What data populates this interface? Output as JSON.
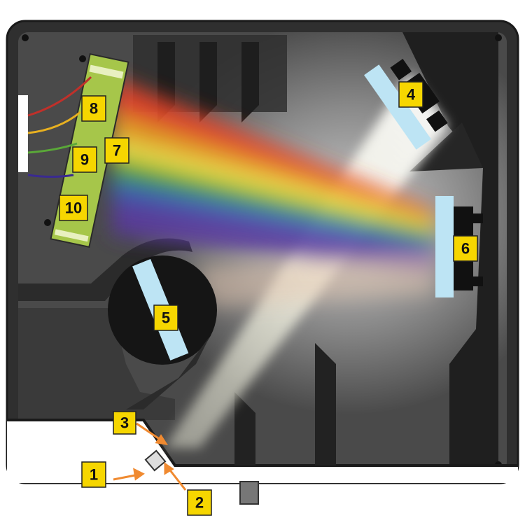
{
  "colors": {
    "housing": "#3c3c3c",
    "housing_edge": "#1e1e1e",
    "interior": "#4a4a4a",
    "label_fill": "#f6d600",
    "mirror": "#bde4f4",
    "detector": "#a6c64a"
  },
  "labels": {
    "l1": "1",
    "l2": "2",
    "l3": "3",
    "l4": "4",
    "l5": "5",
    "l6": "6",
    "l7": "7",
    "l8": "8",
    "l9": "9",
    "l10": "10"
  }
}
